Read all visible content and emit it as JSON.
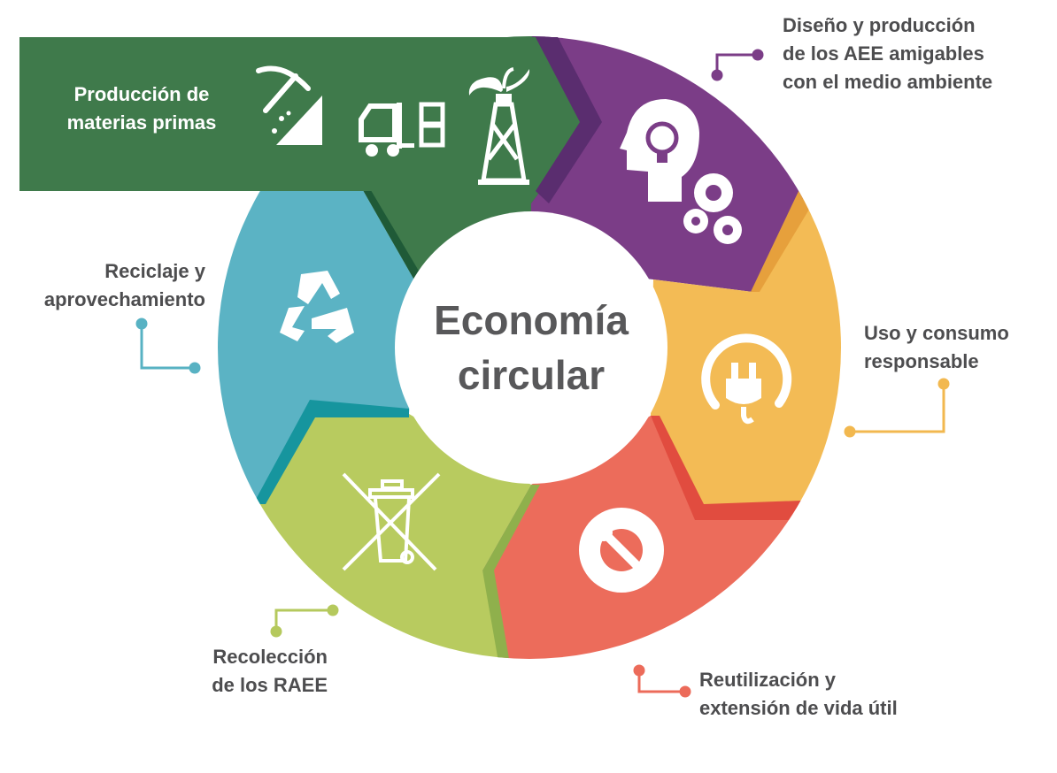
{
  "center": {
    "line1": "Economía",
    "line2": "circular"
  },
  "stages": [
    {
      "id": "materias",
      "lines": [
        "Producción de",
        "materias primas"
      ],
      "color": "#3f7a4b",
      "icons": [
        "pickaxe-icon",
        "forklift-icon",
        "oil-derrick-icon"
      ]
    },
    {
      "id": "diseno",
      "lines": [
        "Diseño y producción",
        "de los AEE amigables",
        "con el medio ambiente"
      ],
      "color": "#7a3a86",
      "icons": [
        "head-lightbulb-icon",
        "gears-icon"
      ]
    },
    {
      "id": "uso",
      "lines": [
        "Uso y consumo",
        "responsable"
      ],
      "color": "#f2b84f",
      "icons": [
        "power-plug-icon"
      ]
    },
    {
      "id": "reutilizacion",
      "lines": [
        "Reutilización y",
        "extensión de vida útil"
      ],
      "color": "#ec6b5a",
      "icons": [
        "wrench-gear-icon"
      ]
    },
    {
      "id": "recoleccion",
      "lines": [
        "Recolección",
        "de los RAEE"
      ],
      "color": "#b5c95d",
      "icons": [
        "crossed-bin-icon"
      ]
    },
    {
      "id": "reciclaje",
      "lines": [
        "Reciclaje y",
        "aprovechamiento"
      ],
      "color": "#58b2c3",
      "icons": [
        "recycle-icon"
      ]
    }
  ]
}
